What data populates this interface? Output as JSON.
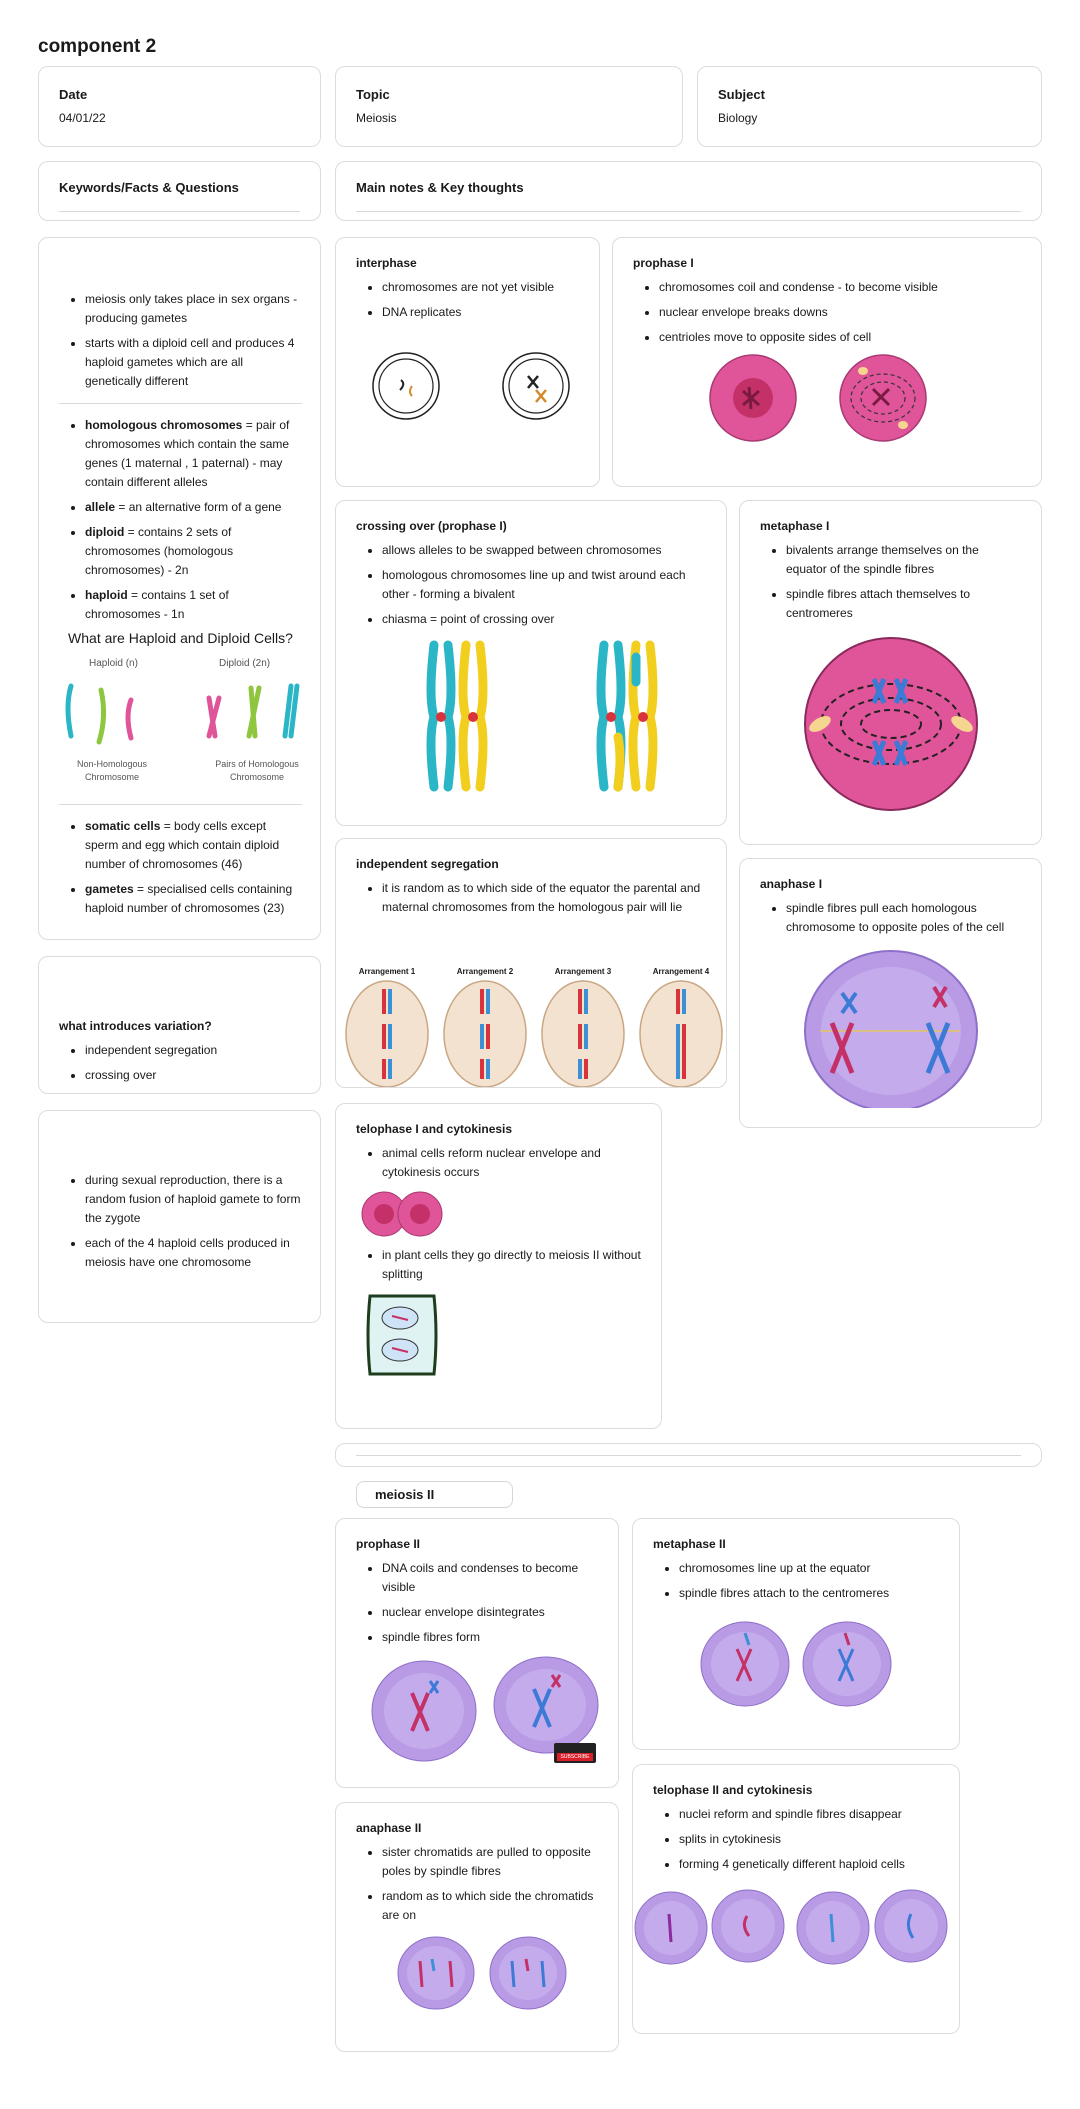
{
  "page_title": "component 2",
  "meta": {
    "date_label": "Date",
    "date_value": "04/01/22",
    "topic_label": "Topic",
    "topic_value": "Meiosis",
    "subject_label": "Subject",
    "subject_value": "Biology"
  },
  "headers": {
    "keywords": "Keywords/Facts & Questions",
    "main": "Main notes & Key thoughts"
  },
  "left": {
    "intro": [
      "meiosis only takes place in sex organs - producing gametes",
      "starts with a diploid cell and produces 4 haploid gametes which are all genetically different"
    ],
    "defs": [
      {
        "term": "homologous chromosomes",
        "text": " = pair of chromosomes which contain the same genes (1 maternal , 1 paternal) - may contain different alleles"
      },
      {
        "term": "allele",
        "text": " = an alternative form of a gene"
      },
      {
        "term": "diploid",
        "text": " = contains 2 sets of chromosomes (homologous chromosomes) - 2n"
      },
      {
        "term": "haploid",
        "text": " = contains 1 set of chromosomes - 1n"
      }
    ],
    "figure": {
      "title": "What are Haploid and Diploid Cells?",
      "haploid": "Haploid (n)",
      "diploid": "Diploid (2n)",
      "non_homologous": "Non-Homologous Chromosome",
      "pairs": "Pairs of Homologous Chromosome"
    },
    "defs2": [
      {
        "term": "somatic cells",
        "text": " = body cells except sperm and egg which contain diploid number of chromosomes (46)"
      },
      {
        "term": "gametes",
        "text": " = specialised cells containing haploid number of chromosomes (23)"
      }
    ],
    "variation_title": "what introduces variation?",
    "variation": [
      "independent segregation",
      "crossing over"
    ],
    "sexual": [
      "during sexual reproduction, there is  a random fusion of haploid gamete to form the zygote",
      "each of the 4 haploid cells produced in meiosis have one chromosome"
    ]
  },
  "interphase": {
    "title": "interphase",
    "items": [
      "chromosomes are not yet visible",
      "DNA replicates"
    ]
  },
  "prophase1": {
    "title": "prophase I",
    "items": [
      "chromosomes coil and condense - to become visible",
      "nuclear envelope breaks downs",
      "centrioles move to opposite sides of cell"
    ]
  },
  "crossing": {
    "title": "crossing over (prophase I)",
    "items": [
      "allows alleles to be swapped between chromosomes",
      "homologous chromosomes line up and twist around each other - forming a bivalent",
      "chiasma = point of crossing over"
    ]
  },
  "metaphase1": {
    "title": "metaphase I",
    "items": [
      "bivalents arrange themselves on the equator of the spindle fibres",
      "spindle fibres attach themselves to centromeres"
    ]
  },
  "indep": {
    "title": "independent segregation",
    "items": [
      "it is random as to which side of the equator the parental and maternal chromosomes from the homologous pair will lie"
    ],
    "arrangements": [
      "Arrangement 1",
      "Arrangement 2",
      "Arrangement 3",
      "Arrangement 4"
    ]
  },
  "anaphase1": {
    "title": "anaphase I",
    "items": [
      "spindle fibres pull each homologous chromosome to opposite poles of the cell"
    ]
  },
  "telophase1": {
    "title": "telophase I and cytokinesis",
    "item1": "animal cells reform nuclear envelope and cytokinesis occurs",
    "item2": "in plant cells they go directly to meiosis II without splitting"
  },
  "meiosis2_label": "meiosis II",
  "prophase2": {
    "title": "prophase II",
    "items": [
      "DNA coils and condenses to become visible",
      "nuclear envelope disintegrates",
      " spindle fibres form"
    ],
    "badge": "SUBSCRIBE"
  },
  "metaphase2": {
    "title": "metaphase II",
    "items": [
      "chromosomes line up at the equator",
      "spindle fibres attach to the centromeres"
    ]
  },
  "telophase2": {
    "title": "telophase II and cytokinesis",
    "items": [
      "nuclei reform and spindle fibres disappear",
      "splits in cytokinesis",
      "forming 4 genetically different haploid cells"
    ]
  },
  "anaphase2": {
    "title": "anaphase II",
    "items": [
      "sister chromatids are pulled to opposite poles by spindle fibres",
      "random as to which side the chromatids are on"
    ]
  },
  "colors": {
    "teal": "#2bb6c8",
    "yellow": "#f2cf1f",
    "pink": "#e0559a",
    "purple": "#a88ad8",
    "blue": "#3d7ad6",
    "red": "#d9343c"
  }
}
